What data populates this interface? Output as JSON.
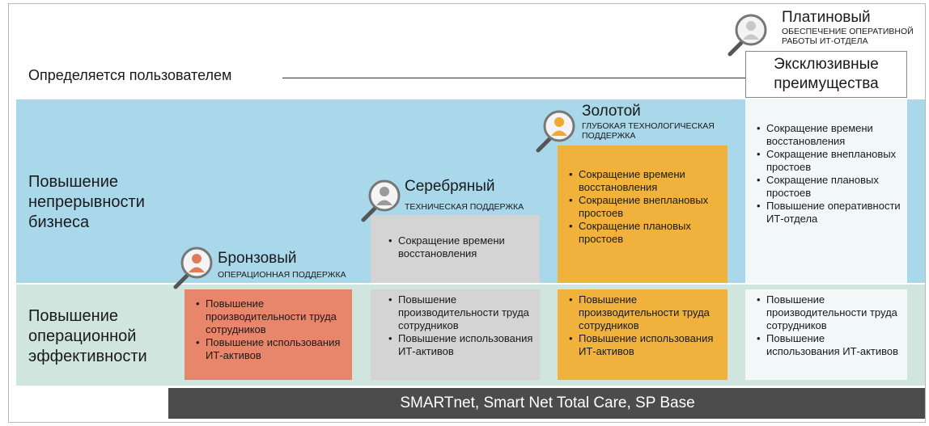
{
  "user_defined": {
    "label": "Определяется пользователем"
  },
  "rows": {
    "continuity": "Повышение\nнепрерывности\nбизнеса",
    "efficiency": "Повышение\nоперационной\nэффективности"
  },
  "tiers": {
    "bronze": {
      "title": "Бронзовый",
      "subtitle": "ОПЕРАЦИОННАЯ ПОДДЕРЖКА",
      "efficiency_items": [
        "Повышение производительности труда сотрудников",
        "Повышение использования ИТ-активов"
      ]
    },
    "silver": {
      "title": "Серебряный",
      "subtitle": "ТЕХНИЧЕСКАЯ ПОДДЕРЖКА",
      "continuity_items": [
        "Сокращение времени восстановления"
      ],
      "efficiency_items": [
        "Повышение производительности труда сотрудников",
        "Повышение использования ИТ-активов"
      ]
    },
    "gold": {
      "title": "Золотой",
      "subtitle": "ГЛУБОКАЯ ТЕХНОЛОГИЧЕСКАЯ ПОДДЕРЖКА",
      "continuity_items": [
        "Сокращение времени восстановления",
        "Сокращение внеплановых простоев",
        "Сокращение плановых простоев"
      ],
      "efficiency_items": [
        "Повышение производительности труда сотрудников",
        "Повышение использования ИТ-активов"
      ]
    },
    "platinum": {
      "title": "Платиновый",
      "subtitle": "ОБЕСПЕЧЕНИЕ ОПЕРАТИВНОЙ РАБОТЫ ИТ-ОТДЕЛА",
      "exclusive_label": "Эксклюзивные преимущества",
      "continuity_items": [
        "Сокращение времени восстановления",
        "Сокращение внеплановых простоев",
        "Сокращение плановых простоев",
        "Повышение оперативности ИТ-отдела"
      ],
      "efficiency_items": [
        "Повышение производительности труда сотрудников",
        "Повышение использования ИТ-активов"
      ]
    }
  },
  "bottom_bar": {
    "label": "SMARTnet, Smart Net Total Care, SP Base"
  },
  "icons": {
    "bronze": {
      "name": "magnifier-person-icon",
      "color": "#e07b5a"
    },
    "silver": {
      "name": "magnifier-person-icon",
      "color": "#9a9a9a"
    },
    "gold": {
      "name": "magnifier-person-icon",
      "color": "#f0a830"
    },
    "platinum": {
      "name": "magnifier-person-icon",
      "color": "#c8c8c8"
    }
  }
}
